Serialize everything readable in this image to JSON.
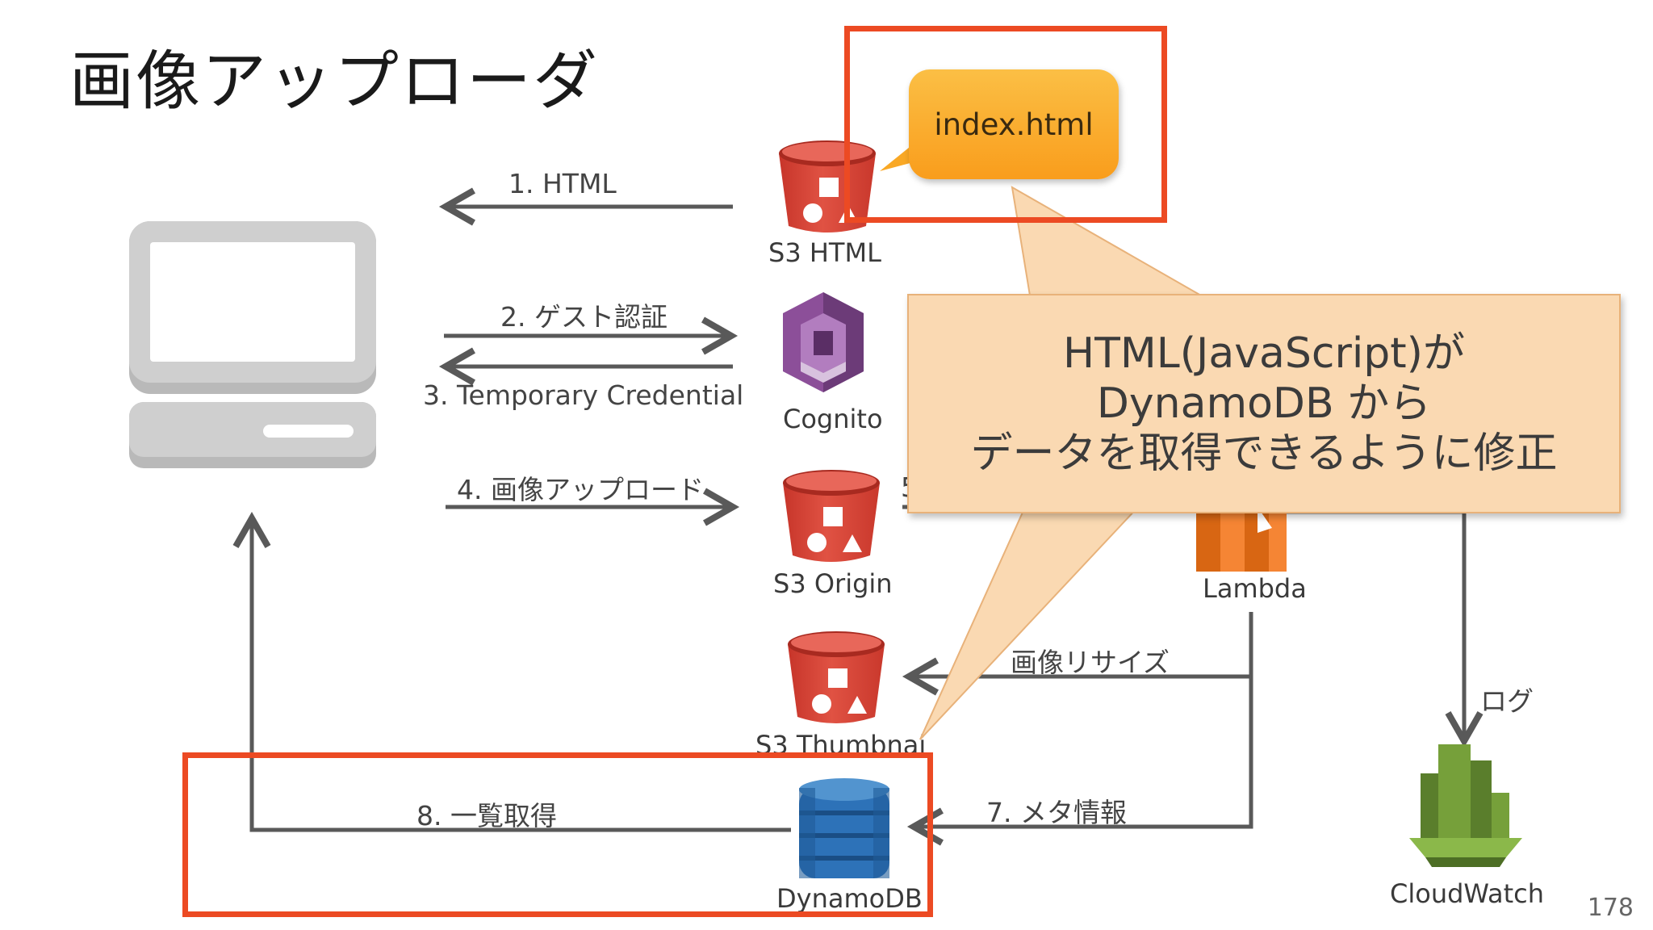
{
  "title": "画像アップローダ",
  "page_number": "178",
  "nodes": {
    "s3_html": "S3 HTML",
    "cognito": "Cognito",
    "s3_origin": "S3 Origin",
    "lambda": "Lambda",
    "s3_thumbnail": "S3 Thumbnai",
    "dynamodb": "DynamoDB",
    "cloudwatch": "CloudWatch"
  },
  "flows": {
    "f1": "1. HTML",
    "f2": "2. ゲスト認証",
    "f3": "3. Temporary Credential",
    "f4": "4. 画像アップロード",
    "f5_partial": "5",
    "f6": "画像リサイズ",
    "f7": "7. メタ情報",
    "f8": "8. 一覧取得",
    "log": "ログ"
  },
  "index_bubble": "index.html",
  "callout": {
    "line1": "HTML(JavaScript)が",
    "line2": "DynamoDB から",
    "line3": "データを取得できるように修正"
  },
  "colors": {
    "highlight": "#ec4a23",
    "s3_red": "#e05243",
    "cognito_purple": "#8c4f99",
    "lambda_orange": "#f58534",
    "dynamodb_blue": "#2d72b8",
    "cloudwatch_green": "#76a03a",
    "bubble_orange": "#f9a825",
    "callout_fill": "#fad9b2",
    "arrow_gray": "#595959"
  }
}
